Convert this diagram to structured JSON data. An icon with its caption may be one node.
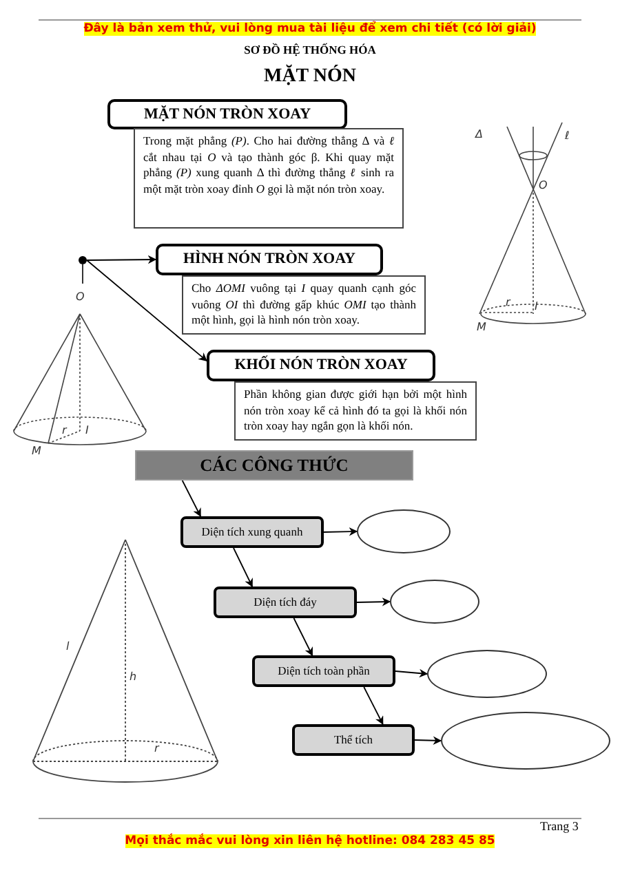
{
  "diagram": {
    "title": "MẶT NÓN",
    "nodes": [
      {
        "text": [
          "MẶT NÓN TRÒN XOAY"
        ]
      },
      {
        "text": [
          "Trong mặt phẳng *(P)*. Cho hai đường thẳng Δ và *ℓ* cắt nhau tại *O* và tạo thành góc β. Khi quay mặt phẳng *(P)* xung quanh Δ thì đường thẳng *ℓ* sinh ra một mặt tròn xoay đỉnh *O* gọi là mặt nón tròn xoay."
        ]
      },
      {
        "text": [],
        "shape": "circle"
      },
      {
        "text": [
          "HÌNH NÓN TRÒN XOAY"
        ]
      },
      {
        "text": [
          "Cho *ΔOMI* vuông tại *I* quay quanh cạnh góc vuông *OI* thì đường gấp khúc *OMI* tạo thành một hình, gọi là hình nón tròn xoay."
        ]
      },
      {
        "text": [
          "KHỐI NÓN TRÒN XOAY"
        ]
      },
      {
        "text": [
          "Phần không gian được giới hạn bởi một hình nón tròn xoay kể cả hình đó ta gọi là khối nón tròn xoay hay ngắn gọn là khối nón."
        ]
      },
      {
        "text": [
          "CÁC CÔNG THỨC"
        ]
      },
      {
        "text": [
          "Diện tích xung quanh"
        ]
      },
      {
        "text": [],
        "shape": "ellipse"
      },
      {
        "text": [
          "Diện tích đáy"
        ]
      },
      {
        "text": [],
        "shape": "ellipse"
      },
      {
        "text": [
          "Diện tích toàn phần"
        ]
      },
      {
        "text": [],
        "shape": "ellipse"
      },
      {
        "text": [
          "Thể tích"
        ]
      },
      {
        "text": [],
        "shape": "ellipse"
      }
    ],
    "edges": [
      {
        "from": 2,
        "to": 3,
        "arrow": "to"
      },
      {
        "from": 2,
        "to": 5,
        "arrow": "to"
      },
      {
        "from": 7,
        "to": 8,
        "arrow": "to"
      },
      {
        "from": 8,
        "to": 9,
        "arrow": "to"
      },
      {
        "from": 8,
        "to": 10,
        "arrow": "to"
      },
      {
        "from": 10,
        "to": 11,
        "arrow": "to"
      },
      {
        "from": 10,
        "to": 12,
        "arrow": "to"
      },
      {
        "from": 12,
        "to": 13,
        "arrow": "to"
      },
      {
        "from": 12,
        "to": 14,
        "arrow": "to"
      },
      {
        "from": 14,
        "to": 15,
        "arrow": "to"
      }
    ],
    "labels": [
      "Đây là bản xem thử, vui lòng mua tài liệu để xem chi tiết (có lời giải)",
      "SƠ ĐỒ HỆ THỐNG HÓA",
      "Δ",
      "ℓ",
      "O",
      "r",
      "I",
      "M",
      "O",
      "r",
      "I",
      "M",
      "l",
      "h",
      "r",
      "Trang 3",
      "Mọi thắc mắc vui lòng xin liên hệ hotline: 084 283 45 85"
    ]
  }
}
